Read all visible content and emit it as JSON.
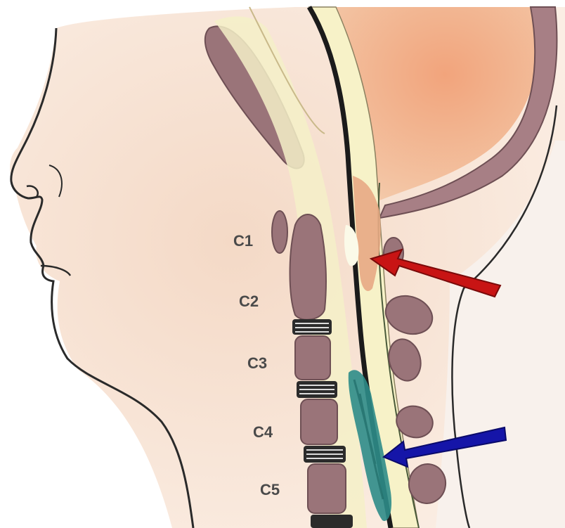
{
  "vertebra_labels": {
    "c1": "C1",
    "c2": "C2",
    "c3": "C3",
    "c4": "C4",
    "c5": "C5"
  },
  "colors": {
    "skin": "#f6e2d4",
    "skin_outline": "#2a2a2a",
    "bone": "#9a7479",
    "bone_outline": "#6e4f54",
    "spinal_cord": "#f7f2c8",
    "canal_dark": "#1b1b1b",
    "brain": "#f0b08a",
    "lesion": "#2e8c88",
    "red_arrow": "#c81414",
    "blue_arrow": "#1515a8"
  },
  "icons": {
    "red_arrow": "arrow-left-icon",
    "blue_arrow": "arrow-left-icon"
  }
}
